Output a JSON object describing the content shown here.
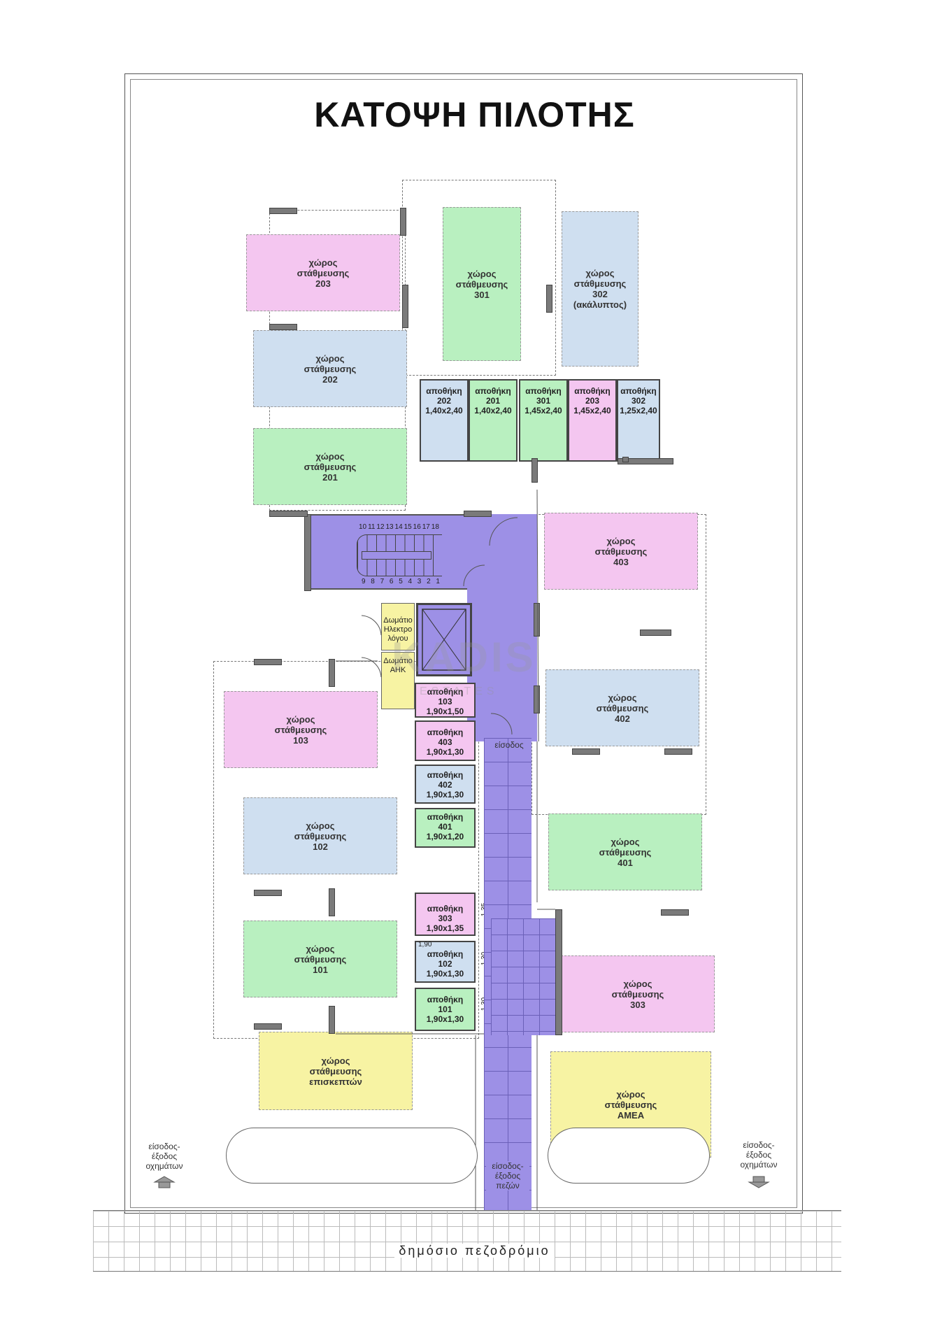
{
  "title": "ΚΑΤΟΨΗ ΠΙΛΟΤΗΣ",
  "parking": [
    {
      "id": "p203",
      "line1": "χώρος",
      "line2": "στάθμευσης",
      "line3": "203",
      "color": "pink"
    },
    {
      "id": "p202",
      "line1": "χώρος",
      "line2": "στάθμευσης",
      "line3": "202",
      "color": "blue"
    },
    {
      "id": "p201",
      "line1": "χώρος",
      "line2": "στάθμευσης",
      "line3": "201",
      "color": "green"
    },
    {
      "id": "p301",
      "line1": "χώρος",
      "line2": "στάθμευσης",
      "line3": "301",
      "color": "green"
    },
    {
      "id": "p302",
      "line1": "χώρος",
      "line2": "στάθμευσης",
      "line3": "302",
      "line4": "(ακάλυπτος)",
      "color": "blue"
    },
    {
      "id": "p403",
      "line1": "χώρος",
      "line2": "στάθμευσης",
      "line3": "403",
      "color": "pink"
    },
    {
      "id": "p402",
      "line1": "χώρος",
      "line2": "στάθμευσης",
      "line3": "402",
      "color": "blue"
    },
    {
      "id": "p401",
      "line1": "χώρος",
      "line2": "στάθμευσης",
      "line3": "401",
      "color": "green"
    },
    {
      "id": "p303",
      "line1": "χώρος",
      "line2": "στάθμευσης",
      "line3": "303",
      "color": "pink"
    },
    {
      "id": "pamea",
      "line1": "χώρος",
      "line2": "στάθμευσης",
      "line3": "ΑΜΕΑ",
      "color": "yellow"
    },
    {
      "id": "p103",
      "line1": "χώρος",
      "line2": "στάθμευσης",
      "line3": "103",
      "color": "pink"
    },
    {
      "id": "p102",
      "line1": "χώρος",
      "line2": "στάθμευσης",
      "line3": "102",
      "color": "blue"
    },
    {
      "id": "p101",
      "line1": "χώρος",
      "line2": "στάθμευσης",
      "line3": "101",
      "color": "green"
    },
    {
      "id": "pvis",
      "line1": "χώρος",
      "line2": "στάθμευσης",
      "line3": "επισκεπτών",
      "color": "yellow"
    }
  ],
  "storage_top": [
    {
      "line1": "αποθήκη",
      "line2": "202",
      "line3": "1,40x2,40",
      "color": "blue"
    },
    {
      "line1": "αποθήκη",
      "line2": "201",
      "line3": "1,40x2,40",
      "color": "green"
    },
    {
      "line1": "αποθήκη",
      "line2": "301",
      "line3": "1,45x2,40",
      "color": "green"
    },
    {
      "line1": "αποθήκη",
      "line2": "203",
      "line3": "1,45x2,40",
      "color": "pink"
    },
    {
      "line1": "αποθήκη",
      "line2": "302",
      "line3": "1,25x2,40",
      "color": "blue"
    }
  ],
  "storage_mid": [
    {
      "line1": "αποθήκη",
      "line2": "103",
      "line3": "1,90x1,50",
      "color": "pink"
    },
    {
      "line1": "αποθήκη",
      "line2": "403",
      "line3": "1,90x1,30",
      "color": "pink"
    },
    {
      "line1": "αποθήκη",
      "line2": "402",
      "line3": "1,90x1,30",
      "color": "blue"
    },
    {
      "line1": "αποθήκη",
      "line2": "401",
      "line3": "1,90x1,20",
      "color": "green"
    }
  ],
  "storage_low": [
    {
      "line1": "αποθήκη",
      "line2": "303",
      "line3": "1,90x1,35",
      "color": "pink"
    },
    {
      "line1": "αποθήκη",
      "line2": "102",
      "line3": "1,90x1,30",
      "color": "blue"
    },
    {
      "line1": "αποθήκη",
      "line2": "101",
      "line3": "1,90x1,30",
      "color": "green"
    }
  ],
  "rooms": {
    "electric_1": "Δωμάτιο",
    "electric_2": "Ηλεκτρο",
    "electric_3": "λόγου",
    "ahk_1": "Δωμάτιο",
    "ahk_2": "ΑΗΚ"
  },
  "dims": {
    "d135": "1,35",
    "d190": "1,90",
    "d130a": "1,30",
    "d130b": "1,30"
  },
  "stair_top": [
    "10",
    "11",
    "12",
    "13",
    "14",
    "15",
    "16",
    "17",
    "18"
  ],
  "stair_bottom": [
    "9",
    "8",
    "7",
    "6",
    "5",
    "4",
    "3",
    "2",
    "1"
  ],
  "labels": {
    "entrance": "είσοδος",
    "ped_1": "είσοδος-",
    "ped_2": "έξοδος",
    "ped_3": "πεζών",
    "veh_left_1": "είσοδος-",
    "veh_left_2": "έξοδος",
    "veh_left_3": "οχημάτων",
    "veh_right_1": "είσοδος-",
    "veh_right_2": "έξοδος",
    "veh_right_3": "οχημάτων",
    "sidewalk": "δημόσιο πεζοδρόμιο"
  },
  "watermark": {
    "main": "KADIS",
    "sub": "ESTATES"
  },
  "colors": {
    "pink": "#f4c6f0",
    "blue": "#cfdff0",
    "green": "#b9f0c0",
    "yellow": "#f7f3a3",
    "core": "#9d90e6"
  }
}
